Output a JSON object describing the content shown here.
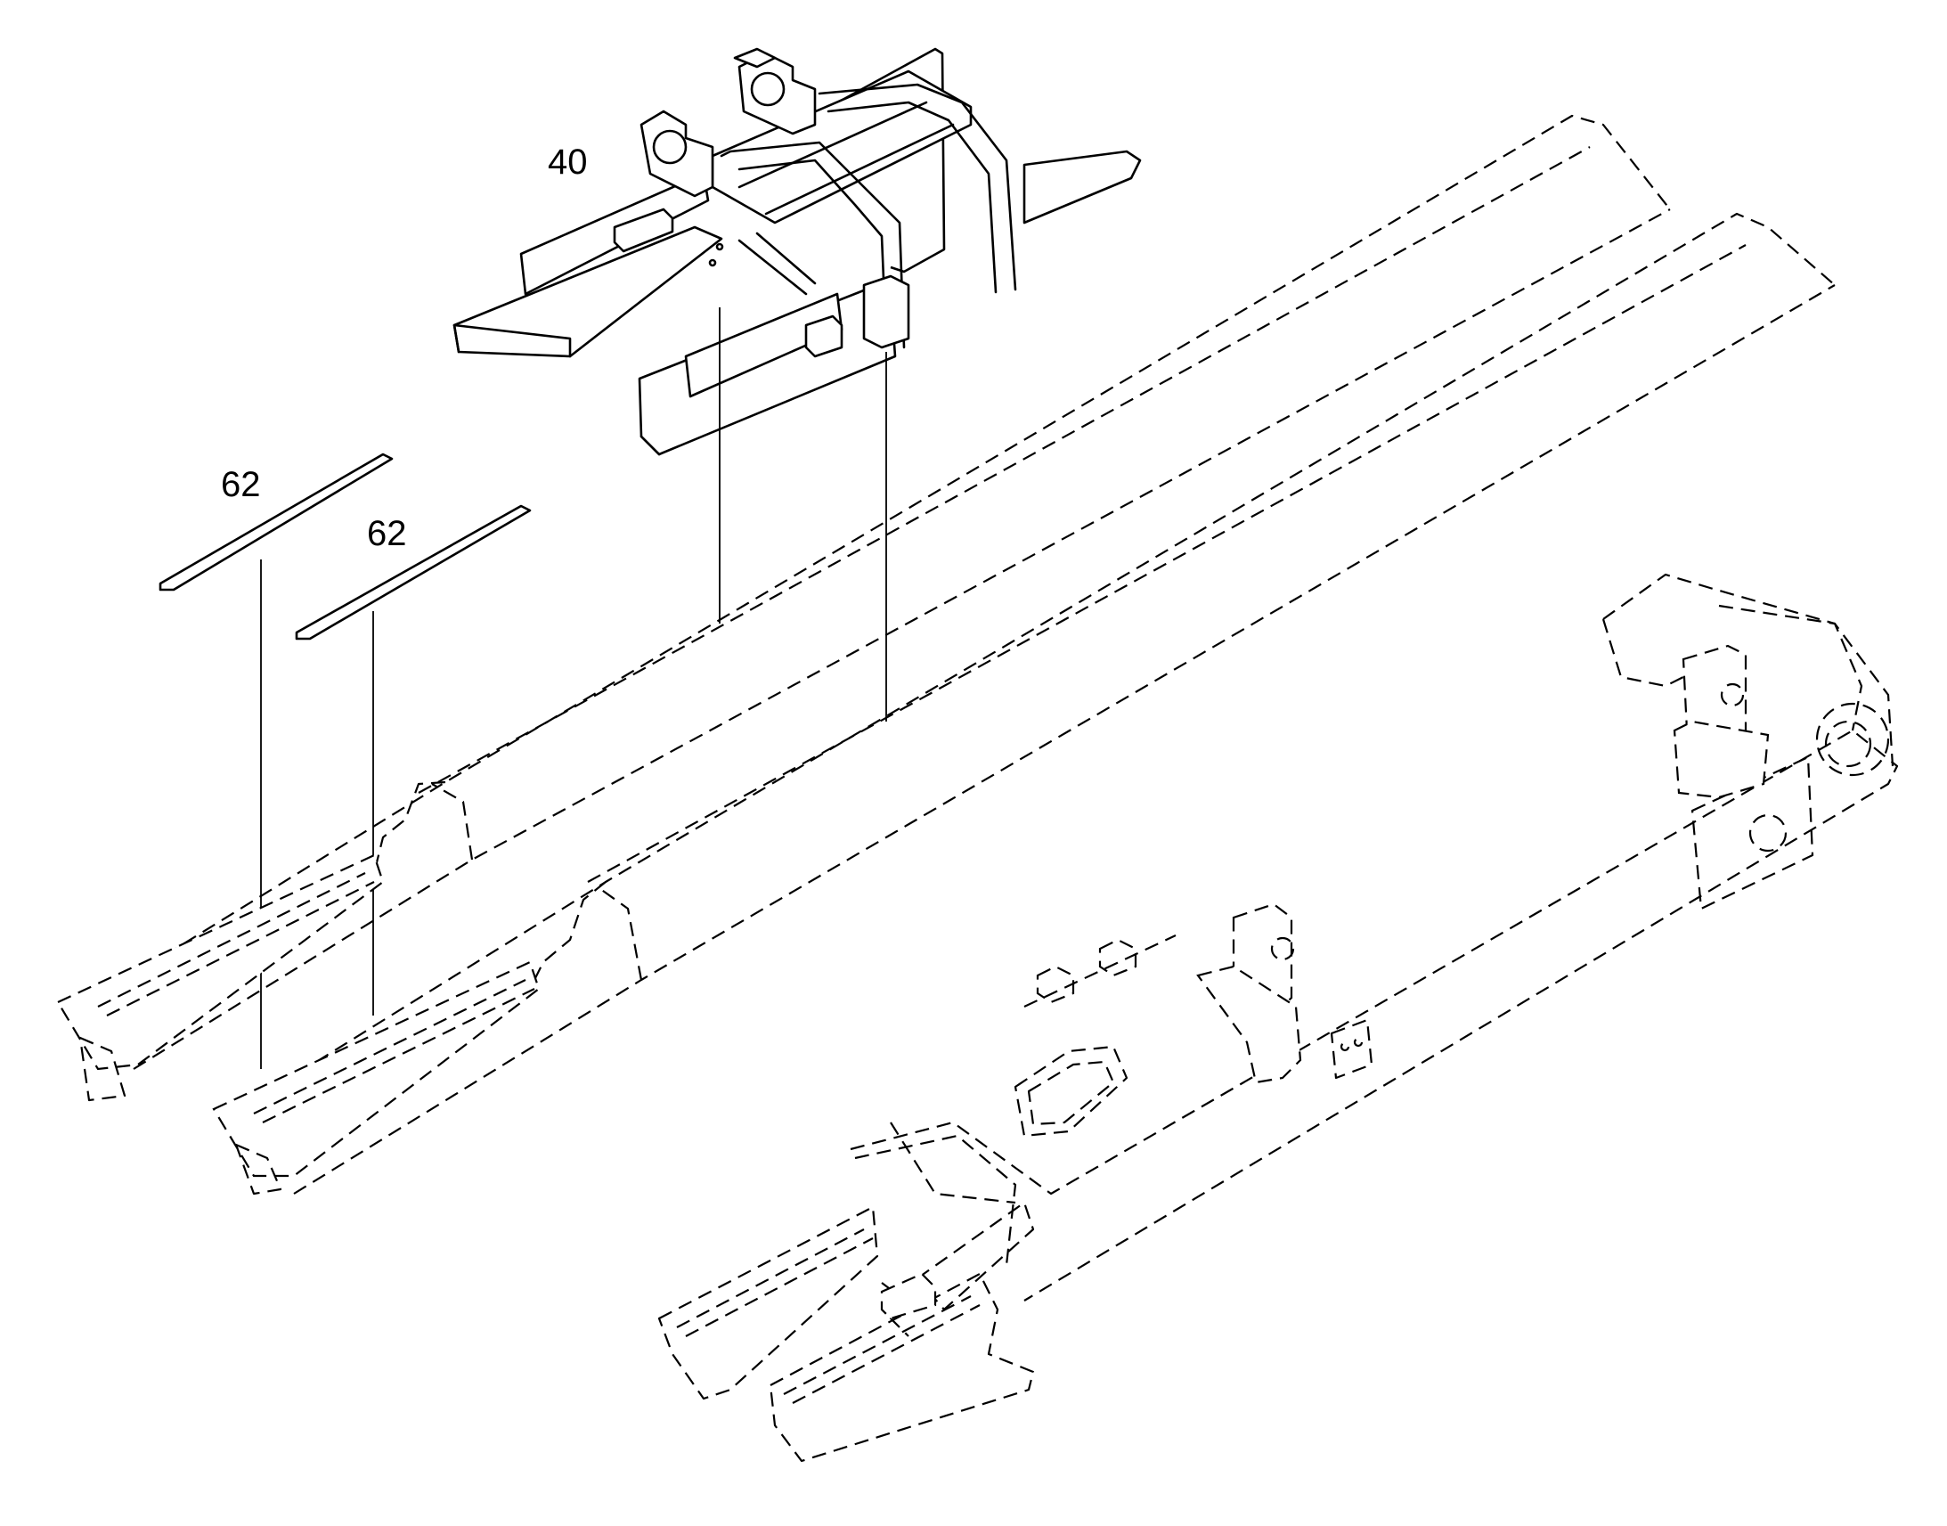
{
  "callouts": {
    "bracket_assembly": "40",
    "wear_strip_left": "62",
    "wear_strip_right": "62"
  }
}
